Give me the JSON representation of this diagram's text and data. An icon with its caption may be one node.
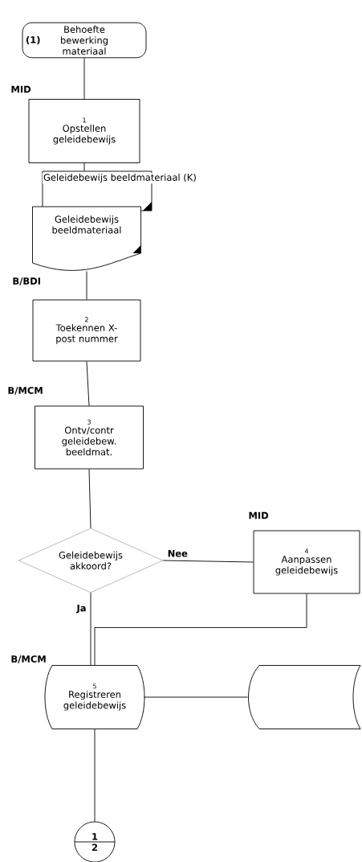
{
  "diagram": {
    "nodes": [
      {
        "text": [
          "(1)",
          "Behoefte bewerking materiaal"
        ]
      },
      {
        "text": [
          "1",
          "Opstellen geleidebewijs"
        ]
      },
      {
        "text": [
          "Geleidebewijs beeldmateriaal (K)"
        ]
      },
      {
        "text": [
          "Geleidebewijs beeldmateriaal"
        ]
      },
      {
        "text": [
          "2",
          "Toekennen X-post nummer"
        ]
      },
      {
        "text": [
          "3",
          "Ontv/contr geleidebew. beeldmat."
        ]
      },
      {
        "text": [
          "Geleidebewijs akkoord?"
        ]
      },
      {
        "text": [
          "4",
          "Aanpassen geleidebewijs"
        ]
      },
      {
        "text": [
          "5",
          "Registreren geleidebewijs"
        ]
      },
      {
        "text": [],
        "shape": "cylinder"
      },
      {
        "text": [
          "1",
          "2"
        ]
      }
    ],
    "edges": [
      {
        "from": 0,
        "to": 1,
        "arrow": "none"
      },
      {
        "from": 1,
        "to": 2,
        "arrow": "none"
      },
      {
        "from": 3,
        "to": 4,
        "arrow": "none"
      },
      {
        "from": 4,
        "to": 5,
        "arrow": "none"
      },
      {
        "from": 5,
        "to": 6,
        "arrow": "none"
      },
      {
        "from": 6,
        "to": 7,
        "arrow": "none",
        "label": "Nee"
      },
      {
        "from": 6,
        "to": 8,
        "arrow": "none",
        "label": "Ja"
      },
      {
        "from": 7,
        "to": 8,
        "arrow": "none"
      },
      {
        "from": 8,
        "to": 9,
        "arrow": "none"
      },
      {
        "from": 8,
        "to": 10,
        "arrow": "none"
      }
    ],
    "labels": [
      "MID",
      "B/BDI",
      "B/MCM",
      "MID",
      "B/MCM"
    ]
  }
}
